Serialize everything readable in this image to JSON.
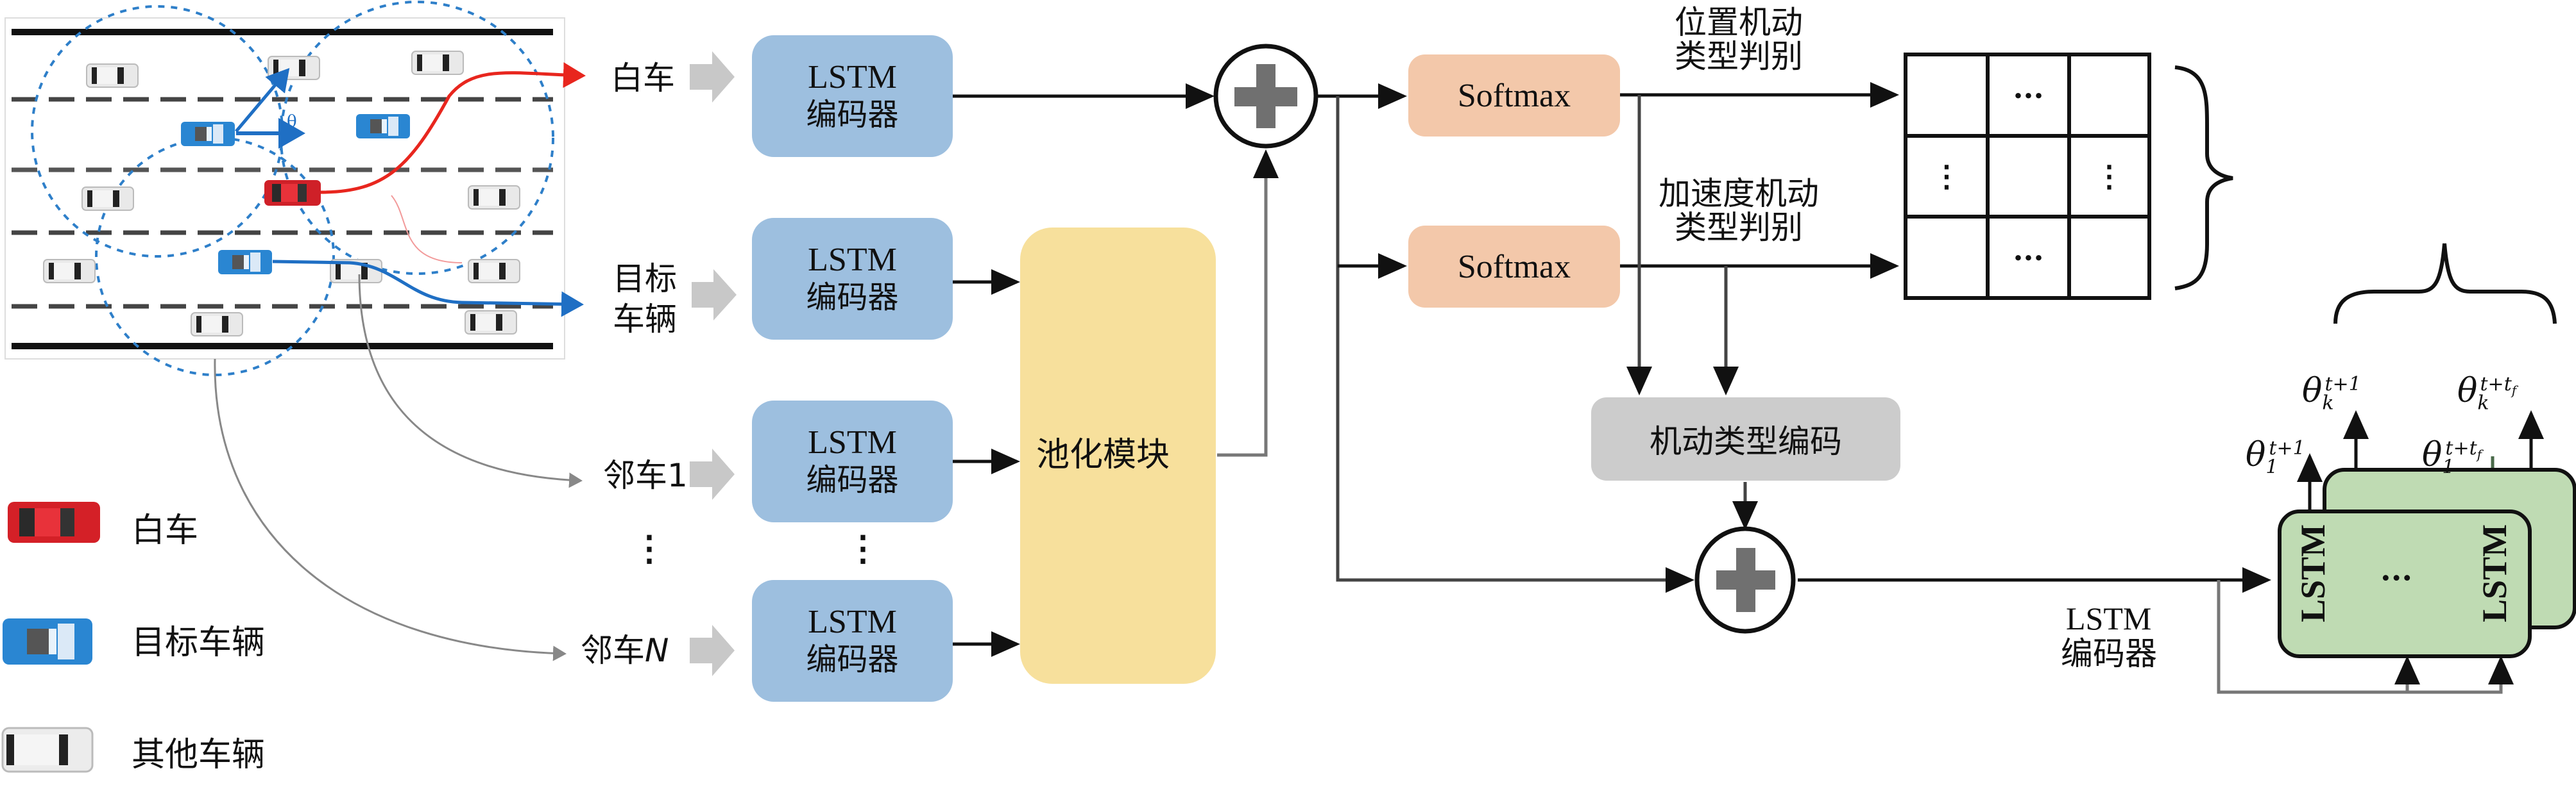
{
  "scene": {
    "title": "交通场景",
    "vehicles": {
      "ego": {
        "type": "ego",
        "color": "#d42027"
      },
      "targets": [
        {
          "type": "target",
          "color": "#2a86d2"
        },
        {
          "type": "target",
          "color": "#2a86d2"
        },
        {
          "type": "target",
          "color": "#2a86d2"
        }
      ],
      "others_count": 10,
      "other_color": "#e6e6e6"
    },
    "angle_symbol": "θ"
  },
  "inputs": [
    {
      "label": "白车"
    },
    {
      "label": "目标\n车辆",
      "line1": "目标",
      "line2": "车辆"
    },
    {
      "label": "邻车1"
    },
    {
      "label": "邻车N",
      "prefix": "邻车",
      "var": "N"
    }
  ],
  "encoders": [
    {
      "line1": "LSTM",
      "line2": "编码器"
    },
    {
      "line1": "LSTM",
      "line2": "编码器"
    },
    {
      "line1": "LSTM",
      "line2": "编码器"
    },
    {
      "line1": "LSTM",
      "line2": "编码器"
    }
  ],
  "ellipsis_vertical": "⋮",
  "pooling": {
    "label": "池化模块"
  },
  "softmax": [
    {
      "label": "Softmax",
      "caption_line1": "位置机动",
      "caption_line2": "类型判别"
    },
    {
      "label": "Softmax",
      "caption_line1": "加速度机动",
      "caption_line2": "类型判别"
    }
  ],
  "grid": {
    "rows": 3,
    "cols": 3,
    "cells": [
      [
        "",
        "···",
        ""
      ],
      [
        "⋮",
        "",
        "⋮"
      ],
      [
        "",
        "···",
        ""
      ]
    ]
  },
  "maneuver_encoding": {
    "label": "机动类型编码"
  },
  "decoder": {
    "caption_line1": "LSTM",
    "caption_line2": "编码器",
    "cell_label": "LSTM",
    "middle": "···",
    "outputs": [
      {
        "base": "θ",
        "sub": "1",
        "sup": "t+1"
      },
      {
        "base": "θ",
        "sub": "k",
        "sup": "t+1"
      },
      {
        "base": "θ",
        "sub": "1",
        "sup": "t+t",
        "sup_sub": "f"
      },
      {
        "base": "θ",
        "sub": "k",
        "sup": "t+t",
        "sup_sub": "f"
      }
    ]
  },
  "legend": [
    {
      "label": "白车",
      "icon": "ego-car-icon",
      "color": "#d42027"
    },
    {
      "label": "目标车辆",
      "icon": "target-car-icon",
      "color": "#2a86d2"
    },
    {
      "label": "其他车辆",
      "icon": "other-car-icon",
      "color": "#e6e6e6"
    }
  ],
  "colors": {
    "encoder": "#9dbfdf",
    "softmax": "#f3c8aa",
    "pooling": "#f7e09c",
    "encoding": "#cccccc",
    "decoder": "#bfdbb3",
    "plus": "#707070",
    "arrow_input": "#c8c8c8"
  }
}
